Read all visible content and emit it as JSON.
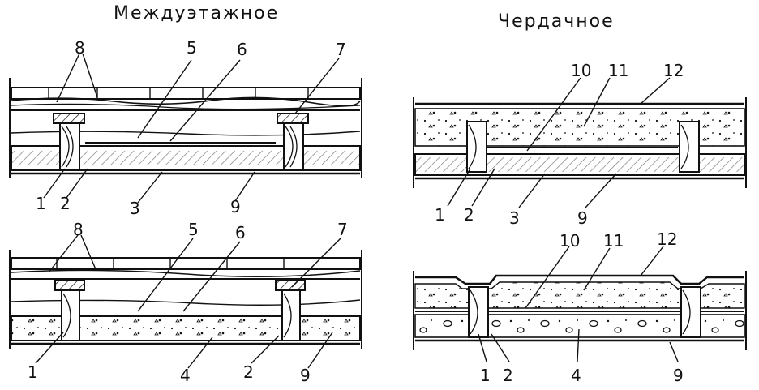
{
  "titles": {
    "interfloor": "Междуэтажное",
    "attic": "Чердачное"
  },
  "panels": [
    {
      "id": "top-left",
      "labels": [
        "8",
        "5",
        "6",
        "7",
        "1",
        "2",
        "3",
        "9"
      ]
    },
    {
      "id": "bottom-left",
      "labels": [
        "8",
        "5",
        "6",
        "7",
        "1",
        "4",
        "2",
        "9"
      ]
    },
    {
      "id": "top-right",
      "labels": [
        "10",
        "11",
        "12",
        "1",
        "2",
        "3",
        "9"
      ]
    },
    {
      "id": "bottom-right",
      "labels": [
        "10",
        "11",
        "12",
        "1",
        "2",
        "4",
        "9"
      ]
    }
  ],
  "colors": {
    "ink": "#111111",
    "paper": "#ffffff",
    "fill": "#d8d8d8"
  }
}
